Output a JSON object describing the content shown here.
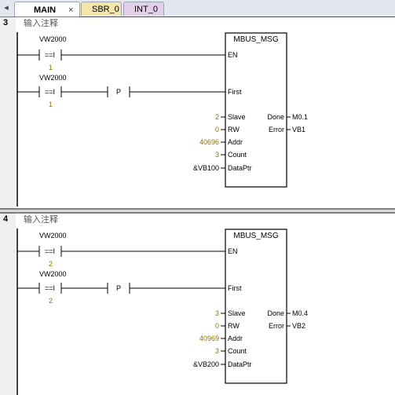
{
  "tabs": [
    {
      "label": "MAIN",
      "close": "×"
    },
    {
      "label": "SBR_0"
    },
    {
      "label": "INT_0"
    }
  ],
  "networks": [
    {
      "number": "3",
      "comment": "输入注释",
      "contact1": {
        "operand": "VW2000",
        "op": "==I",
        "value": "1"
      },
      "contact2": {
        "operand": "VW2000",
        "op": "==I",
        "value": "1"
      },
      "pulse": "P",
      "block": {
        "name": "MBUS_MSG",
        "inputs": [
          {
            "pin": "EN"
          },
          {
            "pin": "First"
          },
          {
            "pin": "Slave",
            "value": "2"
          },
          {
            "pin": "RW",
            "value": "0"
          },
          {
            "pin": "Addr",
            "value": "40696"
          },
          {
            "pin": "Count",
            "value": "3"
          },
          {
            "pin": "DataPtr",
            "value": "&VB100"
          }
        ],
        "outputs": [
          {
            "pin": "Done",
            "value": "M0.1"
          },
          {
            "pin": "Error",
            "value": "VB1"
          }
        ]
      }
    },
    {
      "number": "4",
      "comment": "输入注释",
      "contact1": {
        "operand": "VW2000",
        "op": "==I",
        "value": "2"
      },
      "contact2": {
        "operand": "VW2000",
        "op": "==I",
        "value": "2"
      },
      "pulse": "P",
      "block": {
        "name": "MBUS_MSG",
        "inputs": [
          {
            "pin": "EN"
          },
          {
            "pin": "First"
          },
          {
            "pin": "Slave",
            "value": "3"
          },
          {
            "pin": "RW",
            "value": "0"
          },
          {
            "pin": "Addr",
            "value": "40969"
          },
          {
            "pin": "Count",
            "value": "3"
          },
          {
            "pin": "DataPtr",
            "value": "&VB200"
          }
        ],
        "outputs": [
          {
            "pin": "Done",
            "value": "M0.4"
          },
          {
            "pin": "Error",
            "value": "VB2"
          }
        ]
      }
    }
  ],
  "colors": {
    "operand_value": "#8a7400",
    "rail": "#000000",
    "tab_sbr": "#f4e6a8",
    "tab_int": "#e2cfe9"
  }
}
